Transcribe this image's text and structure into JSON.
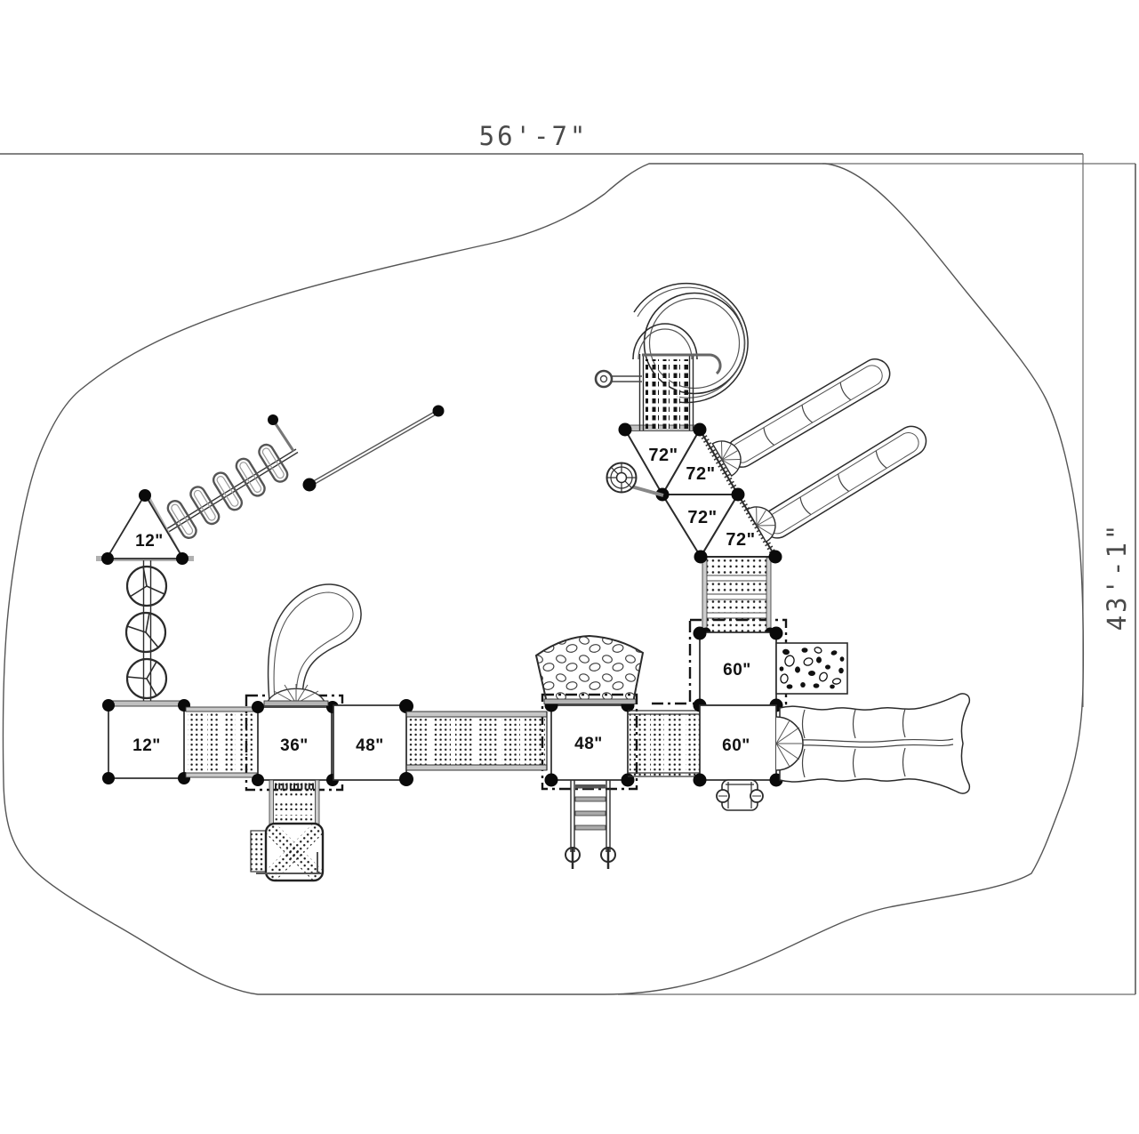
{
  "dimensions": {
    "width_label": "56'-7\"",
    "height_label": "43'-1\""
  },
  "platforms": {
    "tri_a": "72\"",
    "tri_b": "72\"",
    "tri_c": "72\"",
    "tri_d": "72\"",
    "deck_60_upper": "60\"",
    "deck_60_lower": "60\"",
    "deck_48_left": "48\"",
    "deck_48_right": "48\"",
    "deck_36": "36\"",
    "deck_12": "12\"",
    "tri_12": "12\""
  }
}
